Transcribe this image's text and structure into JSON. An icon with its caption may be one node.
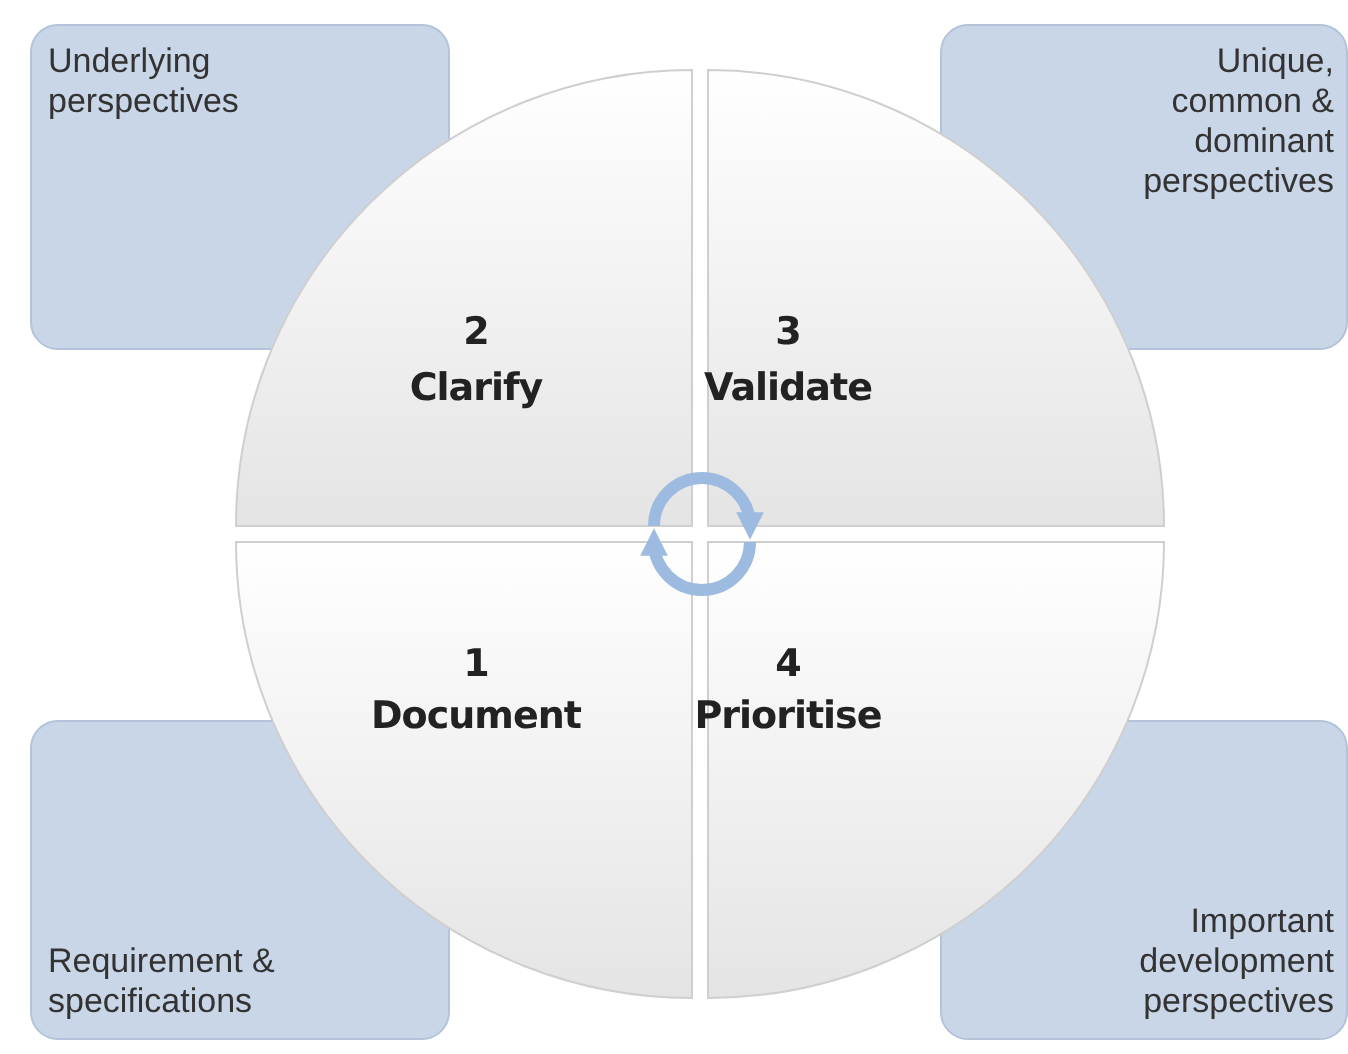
{
  "diagram": {
    "nodes": [
      {
        "text": [
          "Underlying perspectives"
        ]
      },
      {
        "text": [
          "Unique, common & dominant perspectives"
        ]
      },
      {
        "text": [
          "2",
          "Clarify"
        ]
      },
      {
        "text": [
          "3",
          "Validate"
        ]
      },
      {
        "text": [
          "1",
          "Document"
        ]
      },
      {
        "text": [
          "4",
          "Prioritise"
        ]
      },
      {
        "text": [
          "Requirement & specifications"
        ]
      },
      {
        "text": [
          "Important development perspectives"
        ]
      }
    ],
    "edges": [
      {
        "from": 2,
        "to": 3,
        "arrow": "to"
      },
      {
        "from": 5,
        "to": 4,
        "arrow": "to"
      }
    ]
  }
}
